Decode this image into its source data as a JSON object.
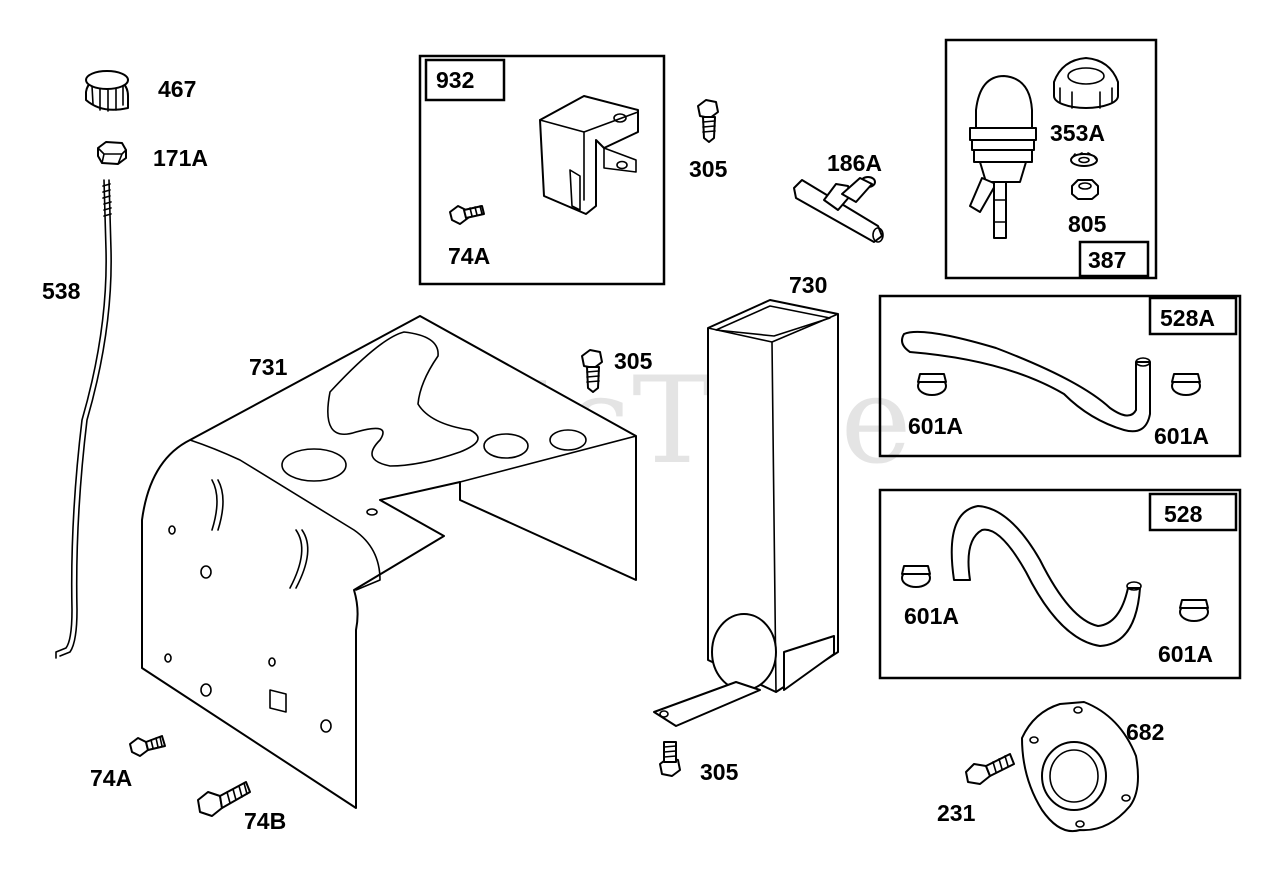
{
  "watermark": "PartsTree",
  "boxes": {
    "box_932": "932",
    "box_387": "387",
    "box_528A": "528A",
    "box_528": "528"
  },
  "callouts": {
    "c467": "467",
    "c171A": "171A",
    "c538": "538",
    "c731": "731",
    "c74A_box": "74A",
    "c305_top": "305",
    "c186A": "186A",
    "c353A": "353A",
    "c805": "805",
    "c730": "730",
    "c305_mid": "305",
    "c601A_1": "601A",
    "c601A_2": "601A",
    "c601A_3": "601A",
    "c601A_4": "601A",
    "c74A_bottom": "74A",
    "c74B": "74B",
    "c305_bottom": "305",
    "c682": "682",
    "c231": "231"
  }
}
